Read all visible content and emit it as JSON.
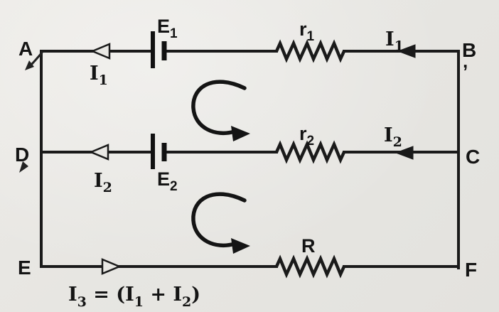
{
  "palette": {
    "paper": "#e9e8e4",
    "ink": "#1a1a1a"
  },
  "nodes": {
    "A": "A",
    "B": "B",
    "C": "C",
    "D": "D",
    "E": "E",
    "F": "F"
  },
  "components": {
    "battery1": {
      "name": "E",
      "sub": "1"
    },
    "battery2": {
      "name": "E",
      "sub": "2"
    },
    "resistor1": {
      "name": "r",
      "sub": "1"
    },
    "resistor2": {
      "name": "r",
      "sub": "2"
    },
    "load_resistor": {
      "name": "R",
      "sub": ""
    }
  },
  "currents": {
    "i1_top_left": {
      "name": "I",
      "sub": "1"
    },
    "i1_top_right": {
      "name": "I",
      "sub": "1"
    },
    "i2_mid_left": {
      "name": "I",
      "sub": "2"
    },
    "i2_mid_right": {
      "name": "I",
      "sub": "2"
    }
  },
  "equation": {
    "tokens": [
      {
        "t": "I",
        "sub": "3"
      },
      {
        "t": " = (I",
        "sub": "1"
      },
      {
        "t": " + I",
        "sub": "2"
      },
      {
        "t": ")",
        "sub": ""
      }
    ]
  },
  "pen_marks": {
    "comma_below_b": ","
  }
}
